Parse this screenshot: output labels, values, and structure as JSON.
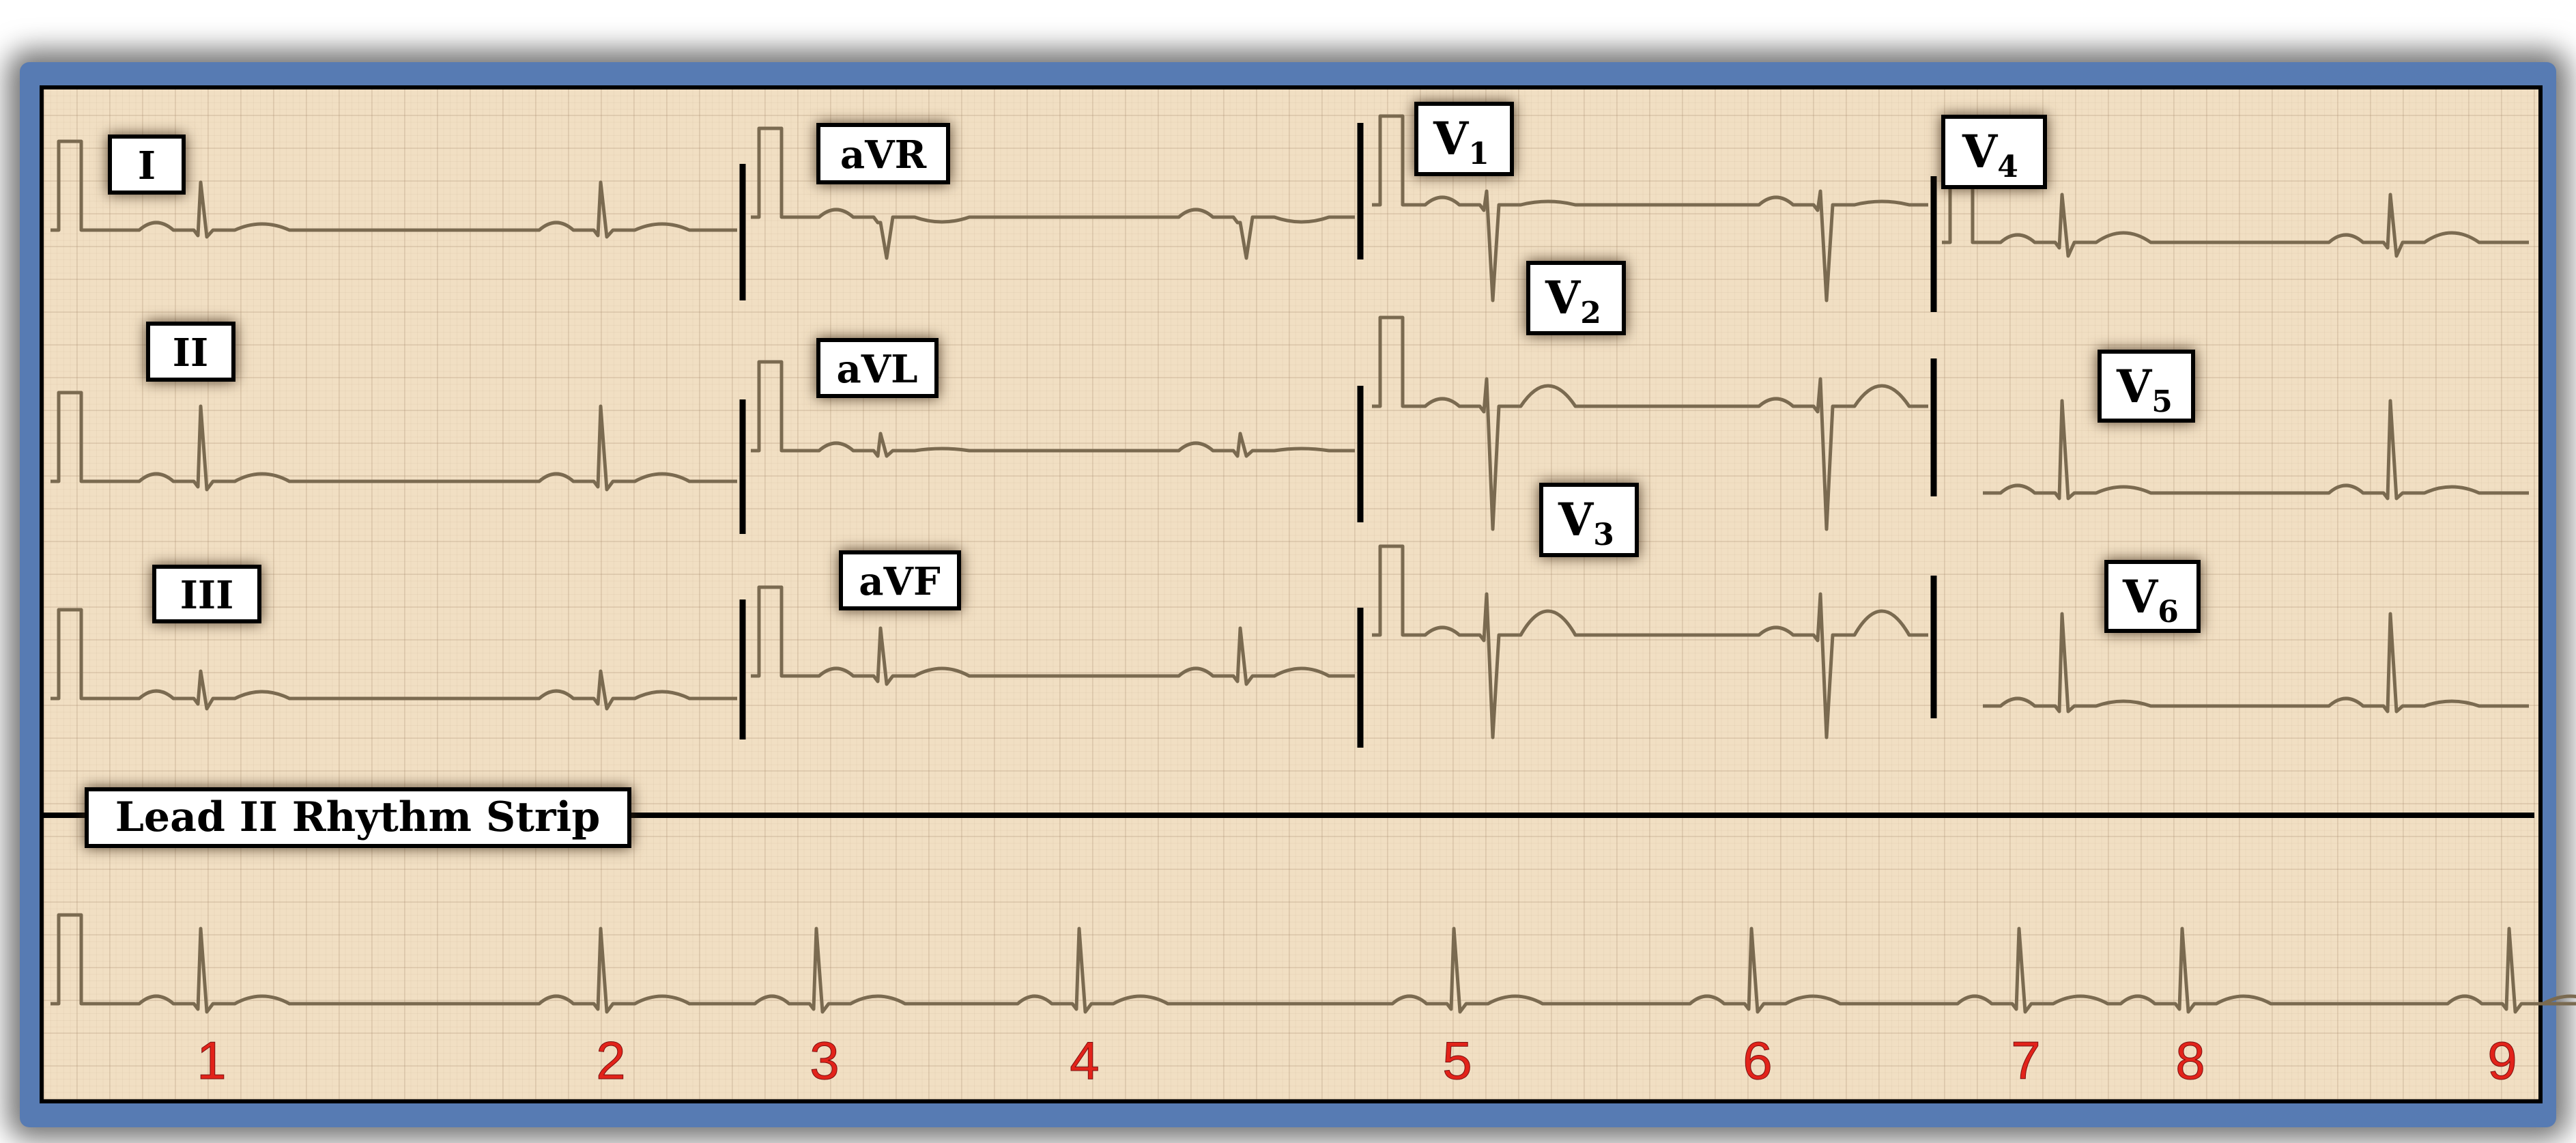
{
  "leads": {
    "I": {
      "name": "I",
      "sub": ""
    },
    "II": {
      "name": "II",
      "sub": ""
    },
    "III": {
      "name": "III",
      "sub": ""
    },
    "aVR": {
      "name": "aVR",
      "sub": ""
    },
    "aVL": {
      "name": "aVL",
      "sub": ""
    },
    "aVF": {
      "name": "aVF",
      "sub": ""
    },
    "V1": {
      "name": "V",
      "sub": "1"
    },
    "V2": {
      "name": "V",
      "sub": "2"
    },
    "V3": {
      "name": "V",
      "sub": "3"
    },
    "V4": {
      "name": "V",
      "sub": "4"
    },
    "V5": {
      "name": "V",
      "sub": "5"
    },
    "V6": {
      "name": "V",
      "sub": "6"
    }
  },
  "rhythm_strip_label": "Lead II Rhythm Strip",
  "beat_numbers": [
    "1",
    "2",
    "3",
    "4",
    "5",
    "6",
    "7",
    "8",
    "9"
  ],
  "colors": {
    "frame": "#577bb3",
    "paper": "#f1dfc3",
    "trace": "#7a6a50",
    "beat_number": "#e2231a"
  }
}
